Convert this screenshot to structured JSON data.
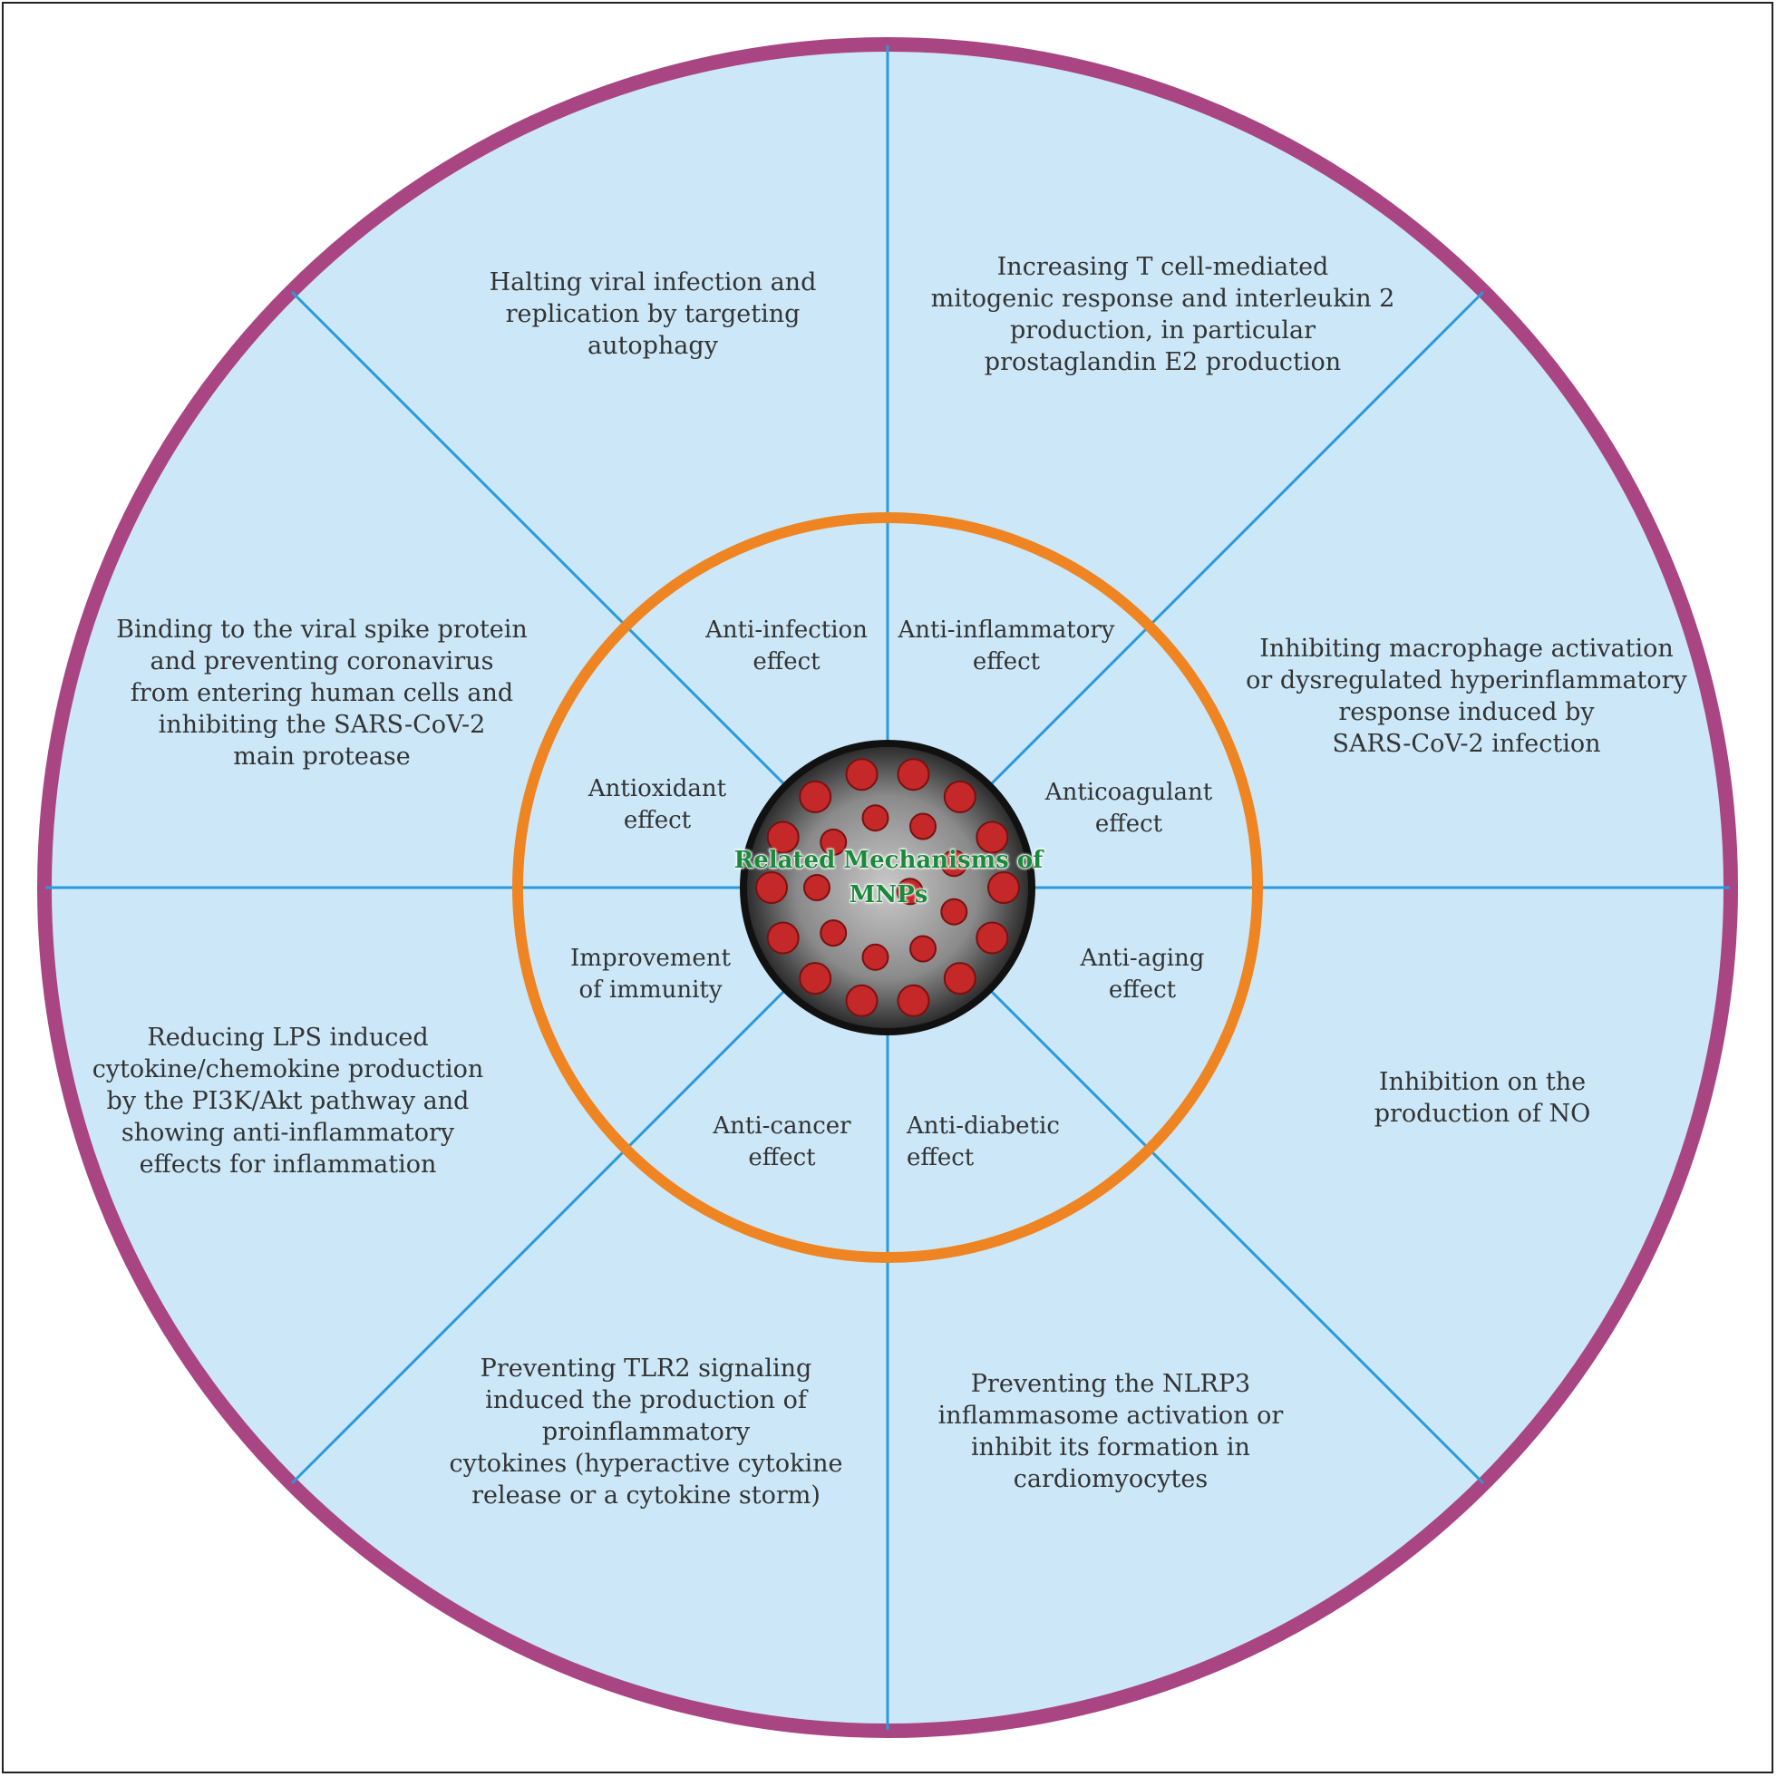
{
  "center": {
    "title": "Related Mechanisms\nof MNPs"
  },
  "inner_effects": {
    "anti_infection": "Anti-infection\neffect",
    "anti_inflammatory": "Anti-inflammatory\neffect",
    "anticoagulant": "Anticoagulant\neffect",
    "anti_aging": "Anti-aging\neffect",
    "anti_diabetic": "Anti-diabetic\neffect",
    "anti_cancer": "Anti-cancer\neffect",
    "immunity": "Improvement\nof immunity",
    "antioxidant": "Antioxidant\neffect"
  },
  "outer_mechanisms": {
    "top_left": "Halting viral infection and\nreplication by targeting\nautophagy",
    "top_right": "Increasing T cell-mediated\nmitogenic response and interleukin 2\nproduction, in particular\nprostaglandin E2 production",
    "right_upper": "Inhibiting macrophage activation\nor dysregulated hyperinflammatory\nresponse induced by\nSARS-CoV-2 infection",
    "right_lower": "Inhibition on the\nproduction of NO",
    "bottom_right": "Preventing the NLRP3\ninflammasome activation or\ninhibit its formation in\ncardiomyocytes",
    "bottom_left": "Preventing TLR2 signaling\ninduced the production of\nproinflammatory\ncytokines (hyperactive cytokine\nrelease or a cytokine storm)",
    "left_lower": "Reducing LPS induced\ncytokine/chemokine production\nby the PI3K/Akt pathway and\nshowing anti-inflammatory\neffects for inflammation",
    "left_upper": "Binding to the viral spike protein\nand preventing coronavirus\nfrom entering human cells and\ninhibiting the SARS-CoV-2\nmain protease"
  },
  "colors": {
    "outer_ring": "#a94583",
    "inner_ring": "#ee8522",
    "fill": "#cce8f8",
    "divider": "#2a9ad8",
    "virus_spike": "#c42828",
    "center_text": "#1a8a3a"
  }
}
